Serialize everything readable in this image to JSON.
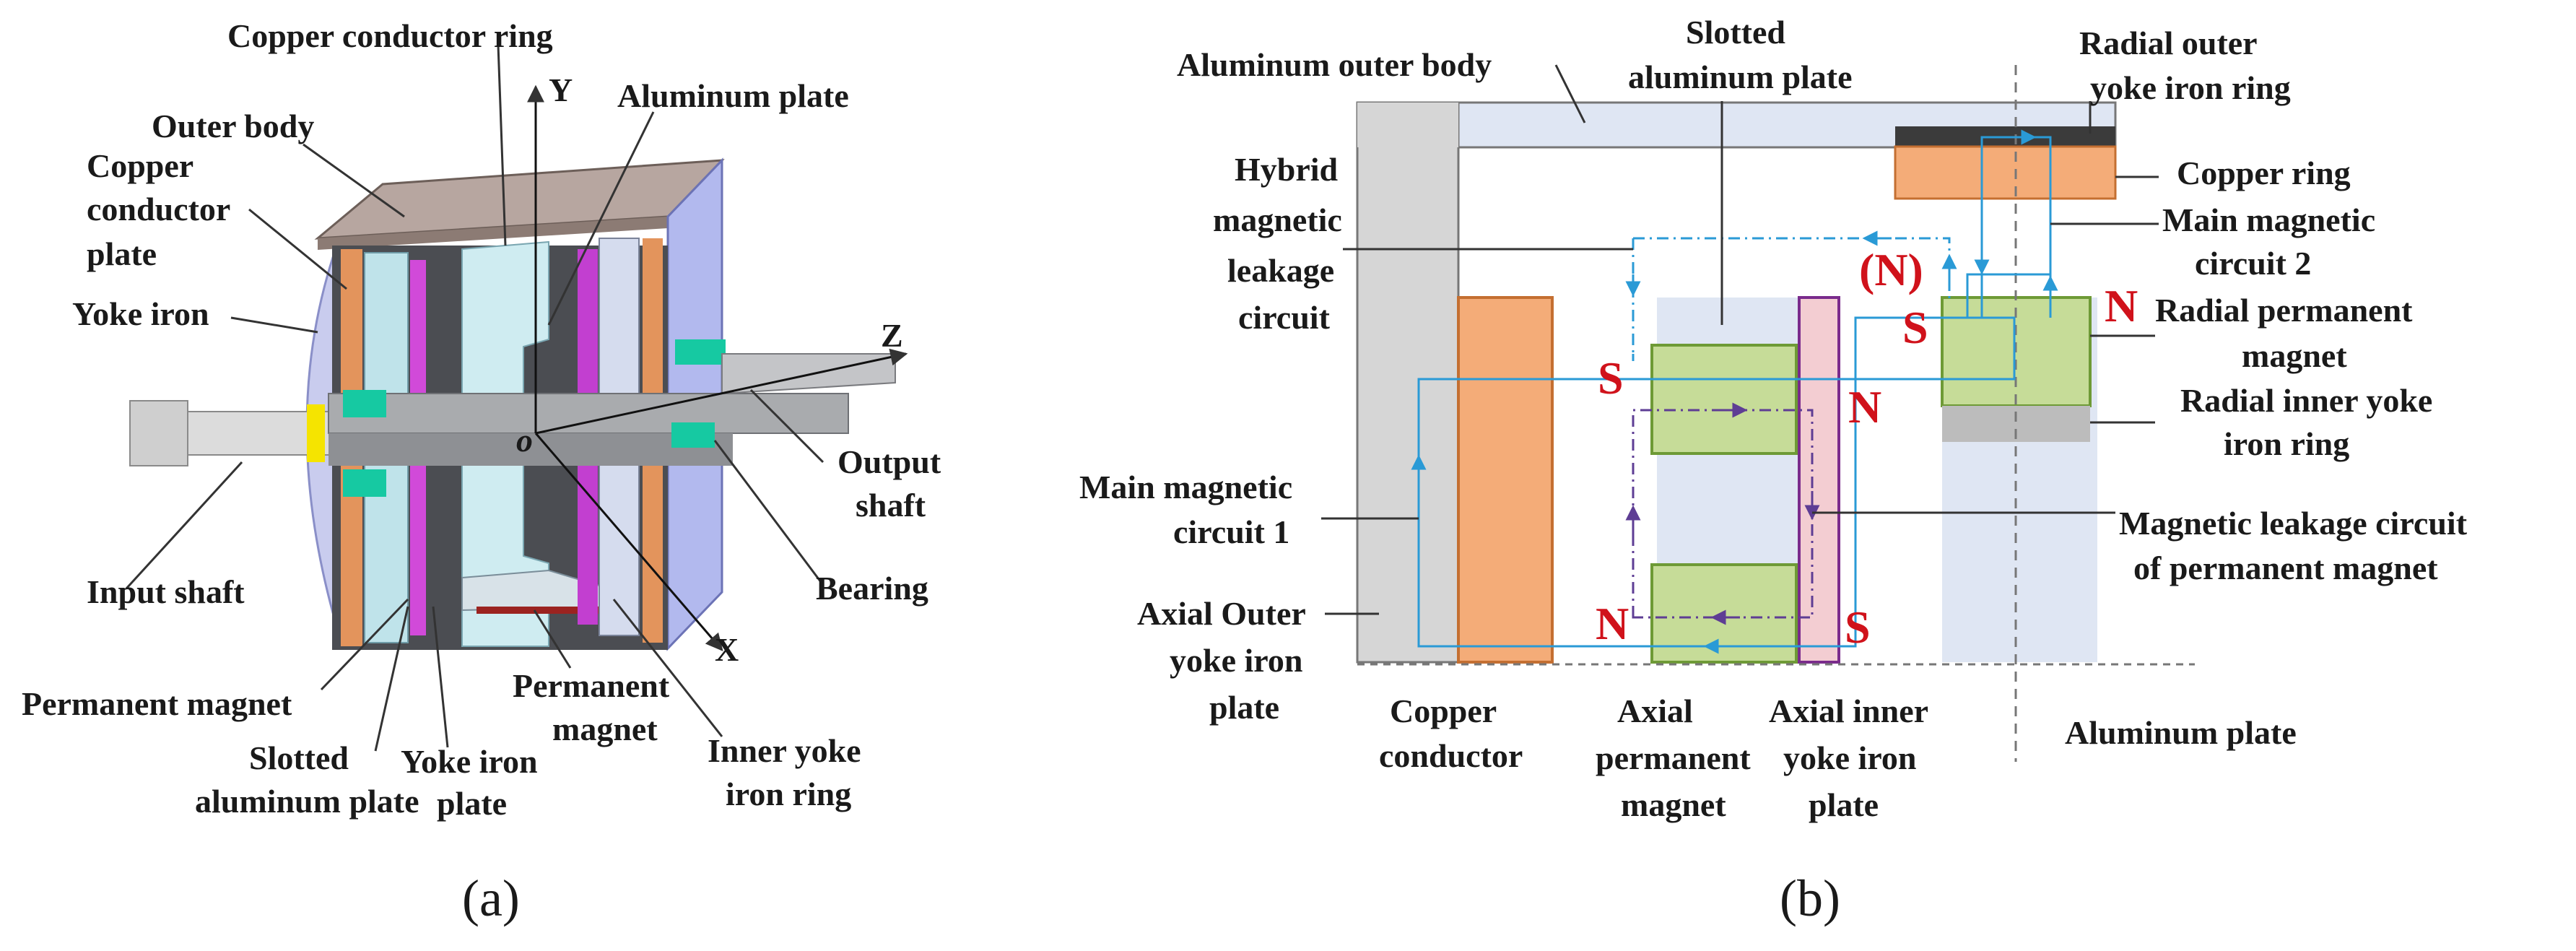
{
  "colors": {
    "copper": "#f4ac78",
    "green": "#c6dc98",
    "pink": "#f3cdd2",
    "purple": "#7a2b8c",
    "blue_circuit": "#2a9ad6",
    "purple_circuit": "#5e3d94",
    "pole_red": "#d0121b",
    "light_gray": "#d6d6d6",
    "light_blue_band": "#dfe6f3"
  },
  "panel_a": {
    "caption": "(a)",
    "axis_y": "Y",
    "axis_z": "Z",
    "axis_x": "X",
    "origin": "o",
    "labels": {
      "copper_conductor_ring": "Copper conductor ring",
      "aluminum_plate": "Aluminum plate",
      "outer_body": "Outer body",
      "copper_conductor_plate_1": "Copper",
      "copper_conductor_plate_2": "conductor",
      "copper_conductor_plate_3": "plate",
      "yoke_iron": "Yoke iron",
      "output_shaft_1": "Output",
      "output_shaft_2": "shaft",
      "bearing": "Bearing",
      "input_shaft": "Input shaft",
      "permanent_magnet_left": "Permanent magnet",
      "permanent_magnet_mid_1": "Permanent",
      "permanent_magnet_mid_2": "magnet",
      "slotted_aluminum_plate_1": "Slotted",
      "slotted_aluminum_plate_2": "aluminum plate",
      "yoke_iron_plate_1": "Yoke iron",
      "yoke_iron_plate_2": "plate",
      "inner_yoke_iron_ring_1": "Inner yoke",
      "inner_yoke_iron_ring_2": "iron ring"
    }
  },
  "panel_b": {
    "caption": "(b)",
    "poles": {
      "s_top_axial": "S",
      "n_top_axial": "N",
      "n_bottom_axial": "N",
      "s_bottom_axial": "S",
      "n_paren": "(N)",
      "s_radial": "S",
      "n_radial": "N"
    },
    "labels": {
      "aluminum_outer_body": "Aluminum outer body",
      "slotted_aluminum_plate_1": "Slotted",
      "slotted_aluminum_plate_2": "aluminum plate",
      "radial_outer_yoke_1": "Radial outer",
      "radial_outer_yoke_2": "yoke iron ring",
      "copper_ring": "Copper ring",
      "main_circuit_2_1": "Main magnetic",
      "main_circuit_2_2": "circuit 2",
      "hybrid_1": "Hybrid",
      "hybrid_2": "magnetic",
      "hybrid_3": "leakage",
      "hybrid_4": "circuit",
      "radial_pm_1": "Radial permanent",
      "radial_pm_2": "magnet",
      "radial_inner_yoke_1": "Radial inner yoke",
      "radial_inner_yoke_2": "iron ring",
      "main_circuit_1_1": "Main magnetic",
      "main_circuit_1_2": "circuit 1",
      "leakage_pm_1": "Magnetic leakage circuit",
      "leakage_pm_2": "of permanent magnet",
      "axial_outer_1": "Axial Outer",
      "axial_outer_2": "yoke iron",
      "axial_outer_3": "plate",
      "copper_conductor_1": "Copper",
      "copper_conductor_2": "conductor",
      "axial_pm_1": "Axial",
      "axial_pm_2": "permanent",
      "axial_pm_3": "magnet",
      "axial_inner_1": "Axial inner",
      "axial_inner_2": "yoke iron",
      "axial_inner_3": "plate",
      "aluminum_plate": "Aluminum plate"
    }
  }
}
